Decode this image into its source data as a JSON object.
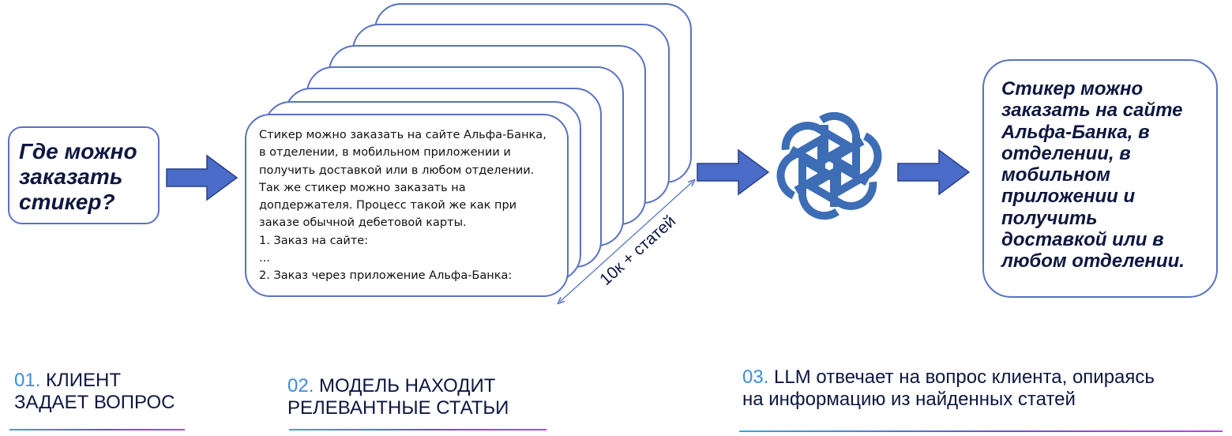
{
  "question": {
    "lines": [
      "Где можно",
      "заказать",
      "стикер?"
    ]
  },
  "document": {
    "lines": [
      "Стикер можно заказать на сайте Альфа-Банка,",
      "в отделении, в мобильном приложении и",
      "получить доставкой или в любом отделении.",
      "Так же стикер можно заказать на",
      "допдержателя. Процесс такой же как при",
      "заказе обычной дебетовой карты.",
      "1. Заказ на сайте:",
      "...",
      "2. Заказ через приложение Альфа-Банка:"
    ],
    "count_label": "10к + статей"
  },
  "answer": {
    "lines": [
      "Стикер можно",
      "заказать на сайте",
      "Альфа-Банка, в",
      "отделении, в",
      "мобильном",
      "приложении и",
      "получить",
      "доставкой или в",
      "любом отделении."
    ]
  },
  "steps": [
    {
      "num": "01.",
      "lines": [
        "КЛИЕНТ",
        "ЗАДАЕТ ВОПРОС"
      ]
    },
    {
      "num": "02.",
      "lines": [
        "МОДЕЛЬ НАХОДИТ",
        "РЕЛЕВАНТНЫЕ СТАТЬИ"
      ]
    },
    {
      "num": "03.",
      "lines": [
        "LLM отвечает на вопрос клиента, опираясь",
        "на информацию из найденных статей"
      ]
    }
  ],
  "icons": {
    "llm": "openai-logo-icon",
    "arrow": "right-arrow-icon"
  },
  "colors": {
    "border": "#5a72c0",
    "arrow": "#4a6cc8",
    "logo": "#3d6db5",
    "text": "#0d1740",
    "step_num": "#3a8de0"
  }
}
